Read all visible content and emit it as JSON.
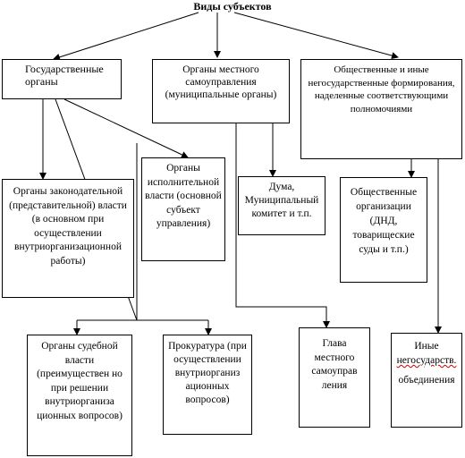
{
  "title": "Виды субъектов",
  "nodes": {
    "gov": "Государственные органы",
    "local": "Органы местного самоуправления (муниципальные органы)",
    "public": "Общественные и иные негосударственные формирования, наделенные соответствующими полномочиями",
    "legislative": "Органы законодательной (представительной) власти (в основном при осуществлении внутриорганизационной работы)",
    "executive": "Органы исполнительной власти (основной субъект управления)",
    "duma": "Дума, Муниципальный комитет и т.п.",
    "public_orgs": "Общественные организации (ДНД, товарищеские суды и т.п.)",
    "judicial": "Органы судебной власти (преимуществен но при решении внутриорганиза ционных вопросов)",
    "prosecutor": "Прокуратура (при осуществлении внутриорганиз ационных вопросов)",
    "head": "Глава местного самоуправ ления",
    "other_prefix": "Иные",
    "other_underlined": "негосударств.",
    "other_suffix": "объединения"
  },
  "colors": {
    "line": "#000000",
    "spellcheck": "#d00000"
  }
}
